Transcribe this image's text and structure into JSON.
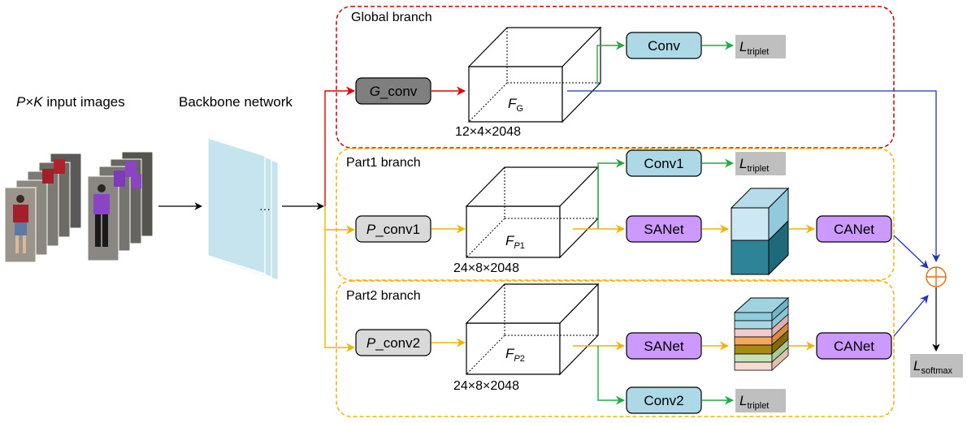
{
  "input": {
    "dim_p": "P",
    "times": "×",
    "dim_k": "K",
    "label": " input images"
  },
  "backbone": {
    "label": "Backbone network",
    "ellipsis": "···"
  },
  "global_branch": {
    "title": "Global branch",
    "conv_main": {
      "letter": "G",
      "suffix": "_conv"
    },
    "feature": {
      "letter": "F",
      "sub": "G"
    },
    "dims": "12×4×2048",
    "conv": "Conv",
    "loss": {
      "letter": "L",
      "sub": "triplet"
    }
  },
  "part1_branch": {
    "title": "Part1 branch",
    "conv_main": {
      "letter": "P",
      "suffix": "_conv1"
    },
    "feature": {
      "letter": "F",
      "sub_letter": "P",
      "sub_num": "1"
    },
    "dims": "24×8×2048",
    "conv": "Conv1",
    "loss": {
      "letter": "L",
      "sub": "triplet"
    },
    "sanet": "SANet",
    "canet": "CANet"
  },
  "part2_branch": {
    "title": "Part2 branch",
    "conv_main": {
      "letter": "P",
      "suffix": "_conv2"
    },
    "feature": {
      "letter": "F",
      "sub_letter": "P",
      "sub_num": "2"
    },
    "dims": "24×8×2048",
    "conv": "Conv2",
    "loss": {
      "letter": "L",
      "sub": "triplet"
    },
    "sanet": "SANet",
    "canet": "CANet"
  },
  "fusion": {
    "symbol": "⊕",
    "loss": {
      "letter": "L",
      "sub": "softmax"
    }
  },
  "colors": {
    "global_border": "#cc0000",
    "part_border": "#f0b400",
    "conv_gray": "#7f7f7f",
    "conv_light": "#d9d9d9",
    "conv_blue": "#add8e6",
    "net_purple": "#cc99ff",
    "loss_gray": "#bfbfbf",
    "backbone": "#c6e4ee",
    "arrow_red": "#e00000",
    "arrow_orange": "#f0b400",
    "arrow_green": "#22aa44",
    "arrow_blue": "#2233bb",
    "arrow_black": "#000000",
    "fusion_orange": "#e86a10"
  }
}
